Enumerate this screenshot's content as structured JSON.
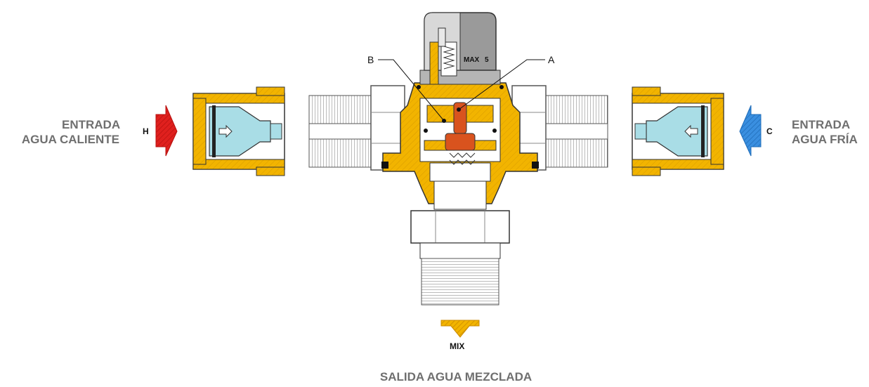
{
  "labels": {
    "hot_inlet_line1": "ENTRADA",
    "hot_inlet_line2": "AGUA CALIENTE",
    "cold_inlet_line1": "ENTRADA",
    "cold_inlet_line2": "AGUA FRÍA",
    "outlet": "SALIDA AGUA MEZCLADA",
    "hot_marker": "H",
    "cold_marker": "C",
    "mix_marker": "MIX",
    "callout_a": "A",
    "callout_b": "B",
    "knob_text": "MAX",
    "knob_number": "5"
  },
  "colors": {
    "brass": "#f2b400",
    "brass_dark": "#c98a00",
    "hot_arrow": "#e0201e",
    "cold_arrow": "#3a8fe0",
    "mix_arrow": "#f2b400",
    "check_valve_blue": "#a9dde6",
    "thermo_element": "#d9531e",
    "knob_grey": "#9a9a9a",
    "label_grey": "#6f6f6f"
  }
}
